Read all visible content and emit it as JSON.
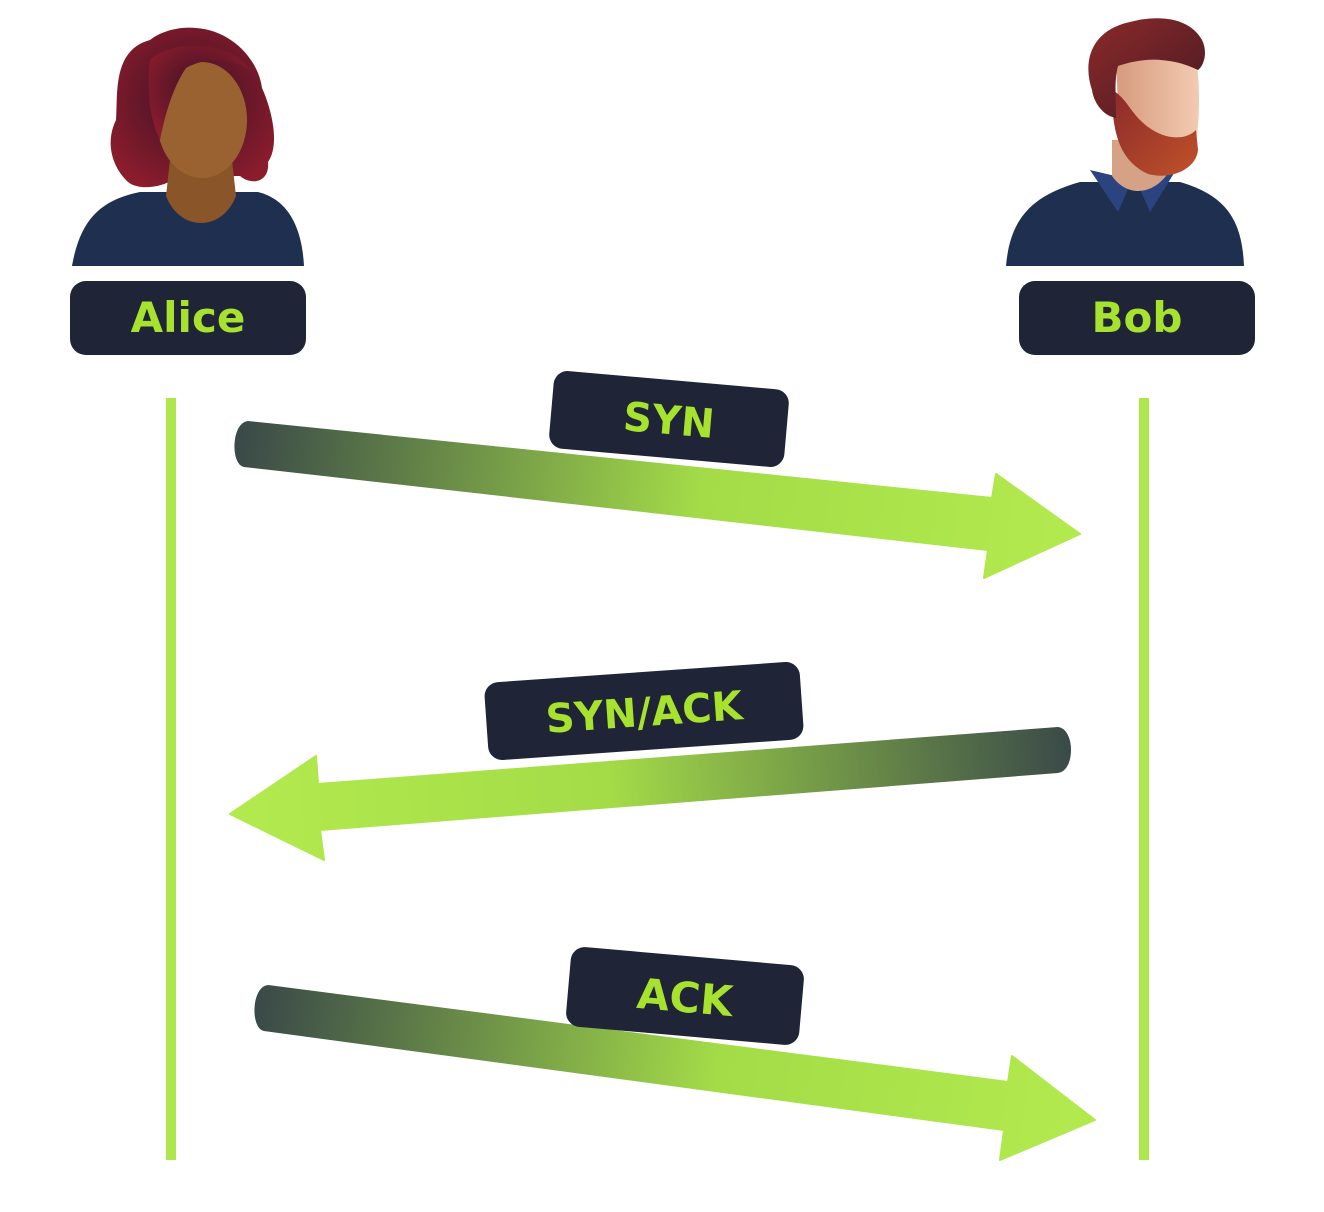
{
  "participants": [
    {
      "name": "Alice",
      "icon": "woman-avatar-icon"
    },
    {
      "name": "Bob",
      "icon": "bearded-man-avatar-icon"
    }
  ],
  "messages": [
    {
      "label": "SYN",
      "from": "Alice",
      "to": "Bob"
    },
    {
      "label": "SYN/ACK",
      "from": "Bob",
      "to": "Alice"
    },
    {
      "label": "ACK",
      "from": "Alice",
      "to": "Bob"
    }
  ],
  "colors": {
    "accent_green": "#aee64e",
    "label_bg": "#1f2536",
    "arrow_tail": "#3b4a4a",
    "shirt": "#1f2f50"
  }
}
